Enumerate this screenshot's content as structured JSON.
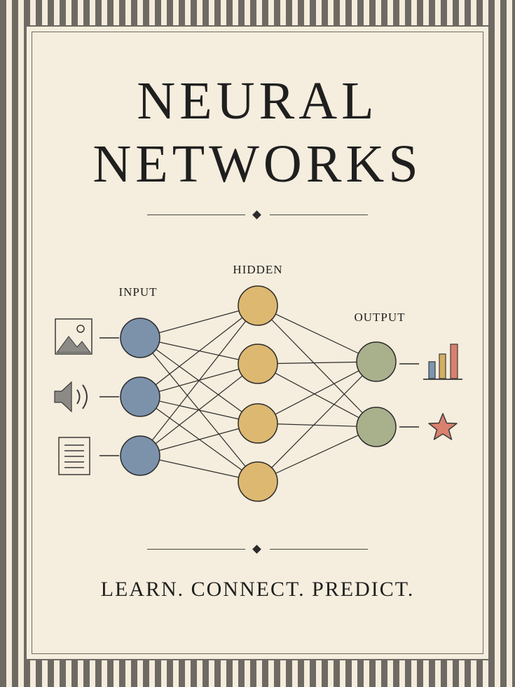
{
  "poster": {
    "title_line1": "NEURAL",
    "title_line2": "NETWORKS",
    "tagline": "LEARN. CONNECT. PREDICT."
  },
  "diagram": {
    "labels": {
      "input": "INPUT",
      "hidden": "HIDDEN",
      "output": "OUTPUT"
    },
    "input_icons": [
      "image-icon",
      "speaker-icon",
      "document-icon"
    ],
    "output_icons": [
      "bar-chart-icon",
      "star-icon"
    ],
    "layers": {
      "input_nodes": 3,
      "hidden_nodes": 4,
      "output_nodes": 2
    },
    "colors": {
      "input_node": "#7c92ab",
      "hidden_node": "#ddb870",
      "output_node": "#a9b08c",
      "star": "#d9806e",
      "bar_blue": "#7d96b0",
      "bar_gold": "#d6ae63",
      "bar_red": "#d9806e"
    }
  }
}
